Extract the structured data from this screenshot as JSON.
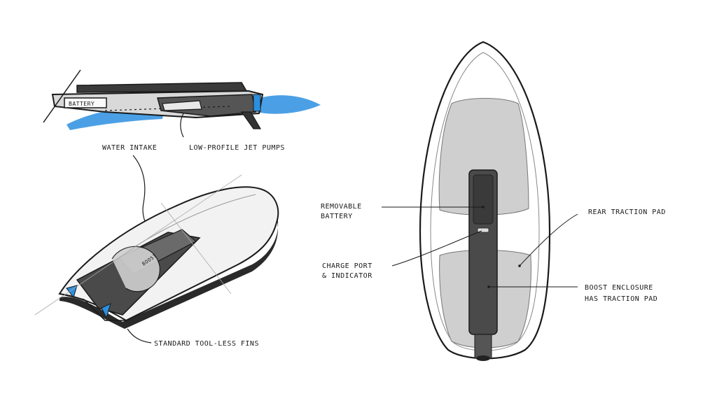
{
  "labels": {
    "battery_text": "BATTERY",
    "water_intake": "WATER INTAKE",
    "jet_pumps": "LOW-PROFILE JET PUMPS",
    "tool_less_fins": "STANDARD TOOL-LESS FINS",
    "removable_battery": [
      "REMOVABLE",
      "BATTERY"
    ],
    "charge_port": [
      "CHARGE PORT",
      "& INDICATOR"
    ],
    "rear_traction_pad": "REAR TRACTION PAD",
    "boost_enclosure": [
      "BOOST ENCLOSURE",
      "HAS TRACTION PAD"
    ],
    "logo_text": "BOOST"
  },
  "colors": {
    "ink": "#1a1a1a",
    "water": "#2b8fe0",
    "pad": "#cfcfcf",
    "board_shade": "#e8e8e8",
    "channel": "#4a4a4a"
  }
}
